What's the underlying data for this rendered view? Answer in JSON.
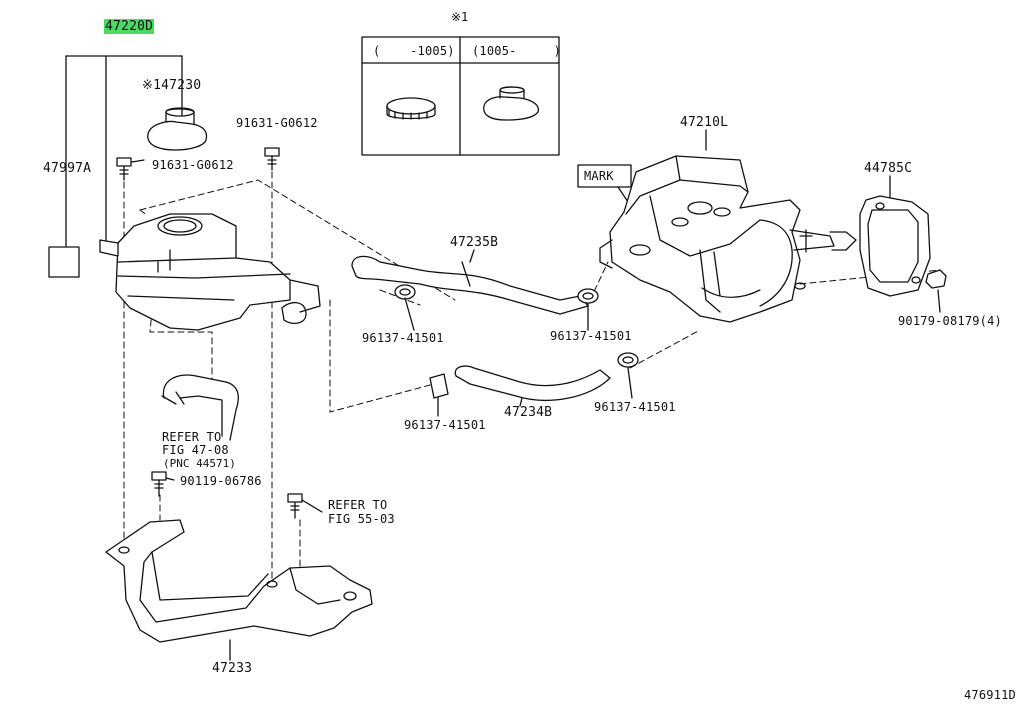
{
  "parts": {
    "reservoir_assy": "47220D",
    "cap_note_mark": "※1",
    "cap_part": "47230",
    "label_sheet": "47997A",
    "bolt_a": "91631-G0612",
    "bolt_b": "91631-G0612",
    "booster": "47210L",
    "mark": "MARK",
    "gasket": "44785C",
    "nut": "90179-08179(4)",
    "hose_upper": "47235B",
    "hose_lower": "47234B",
    "clamp_1": "96137-41501",
    "clamp_2": "96137-41501",
    "clamp_3": "96137-41501",
    "clamp_4": "96137-41501",
    "bolt_c": "90119-06786",
    "bracket": "47233",
    "figure_id": "476911D"
  },
  "refer1": {
    "line1": "REFER TO",
    "line2": "FIG 47-08",
    "line3": "(PNC 44571)"
  },
  "refer2": {
    "line1": "REFER TO",
    "line2": "FIG 55-03"
  },
  "inset": {
    "mark": "※1",
    "col_left": "(    -1005)",
    "col_right": "(1005-     )"
  },
  "colors": {
    "highlight": "#4cd964",
    "ink": "#111111"
  }
}
